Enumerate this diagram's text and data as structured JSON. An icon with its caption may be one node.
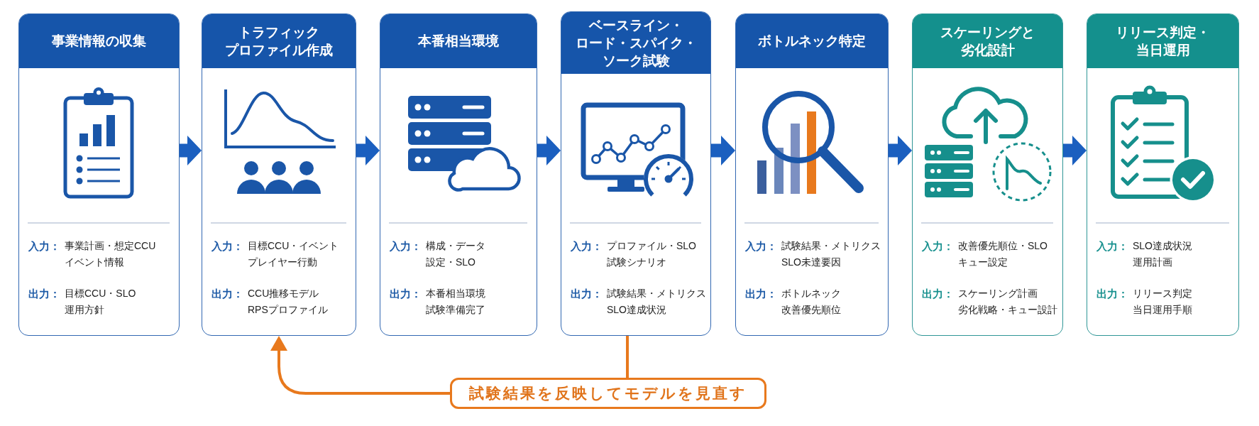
{
  "diagram": {
    "nodes": [
      {
        "text": [
          "事業情報の収集",
          "入力：",
          "事業計画・想定CCUイベント情報",
          "出力：",
          "目標CCU・SLO運用方針"
        ]
      },
      {
        "text": [
          "トラフィックプロファイル作成",
          "入力：",
          "目標CCU・イベントプレイヤー行動",
          "出力：",
          "CCU推移モデルRPSプロファイル"
        ]
      },
      {
        "text": [
          "本番相当環境",
          "入力：",
          "構成・データ設定・SLO",
          "出力：",
          "本番相当環境試験準備完了"
        ]
      },
      {
        "text": [
          "ベースライン・ロード・スパイク・ソーク試験",
          "入力：",
          "プロファイル・SLO試験シナリオ",
          "出力：",
          "試験結果・メトリクスSLO達成状況"
        ]
      },
      {
        "text": [
          "ボトルネック特定",
          "入力：",
          "試験結果・メトリクスSLO未達要因",
          "出力：",
          "ボトルネック改善優先順位"
        ]
      },
      {
        "text": [
          "スケーリングと劣化設計",
          "入力：",
          "改善優先順位・SLOキュー設定",
          "出力：",
          "スケーリング計画劣化戦略・キュー設計"
        ]
      },
      {
        "text": [
          "リリース判定・当日運用",
          "入力：",
          "SLO達成状況運用計画",
          "出力：",
          "リリース判定当日運用手順"
        ]
      },
      {
        "text": [
          "試験結果を反映してモデルを見直す"
        ]
      }
    ],
    "edges": [
      {
        "from": 0,
        "to": 1,
        "arrow": "to"
      },
      {
        "from": 1,
        "to": 2,
        "arrow": "to"
      },
      {
        "from": 2,
        "to": 3,
        "arrow": "to"
      },
      {
        "from": 3,
        "to": 4,
        "arrow": "to"
      },
      {
        "from": 4,
        "to": 5,
        "arrow": "to"
      },
      {
        "from": 5,
        "to": 6,
        "arrow": "to"
      },
      {
        "from": 3,
        "to": 7,
        "arrow": "none",
        "color": "#e8791d"
      },
      {
        "from": 7,
        "to": 1,
        "arrow": "to",
        "color": "#e8791d"
      }
    ]
  }
}
